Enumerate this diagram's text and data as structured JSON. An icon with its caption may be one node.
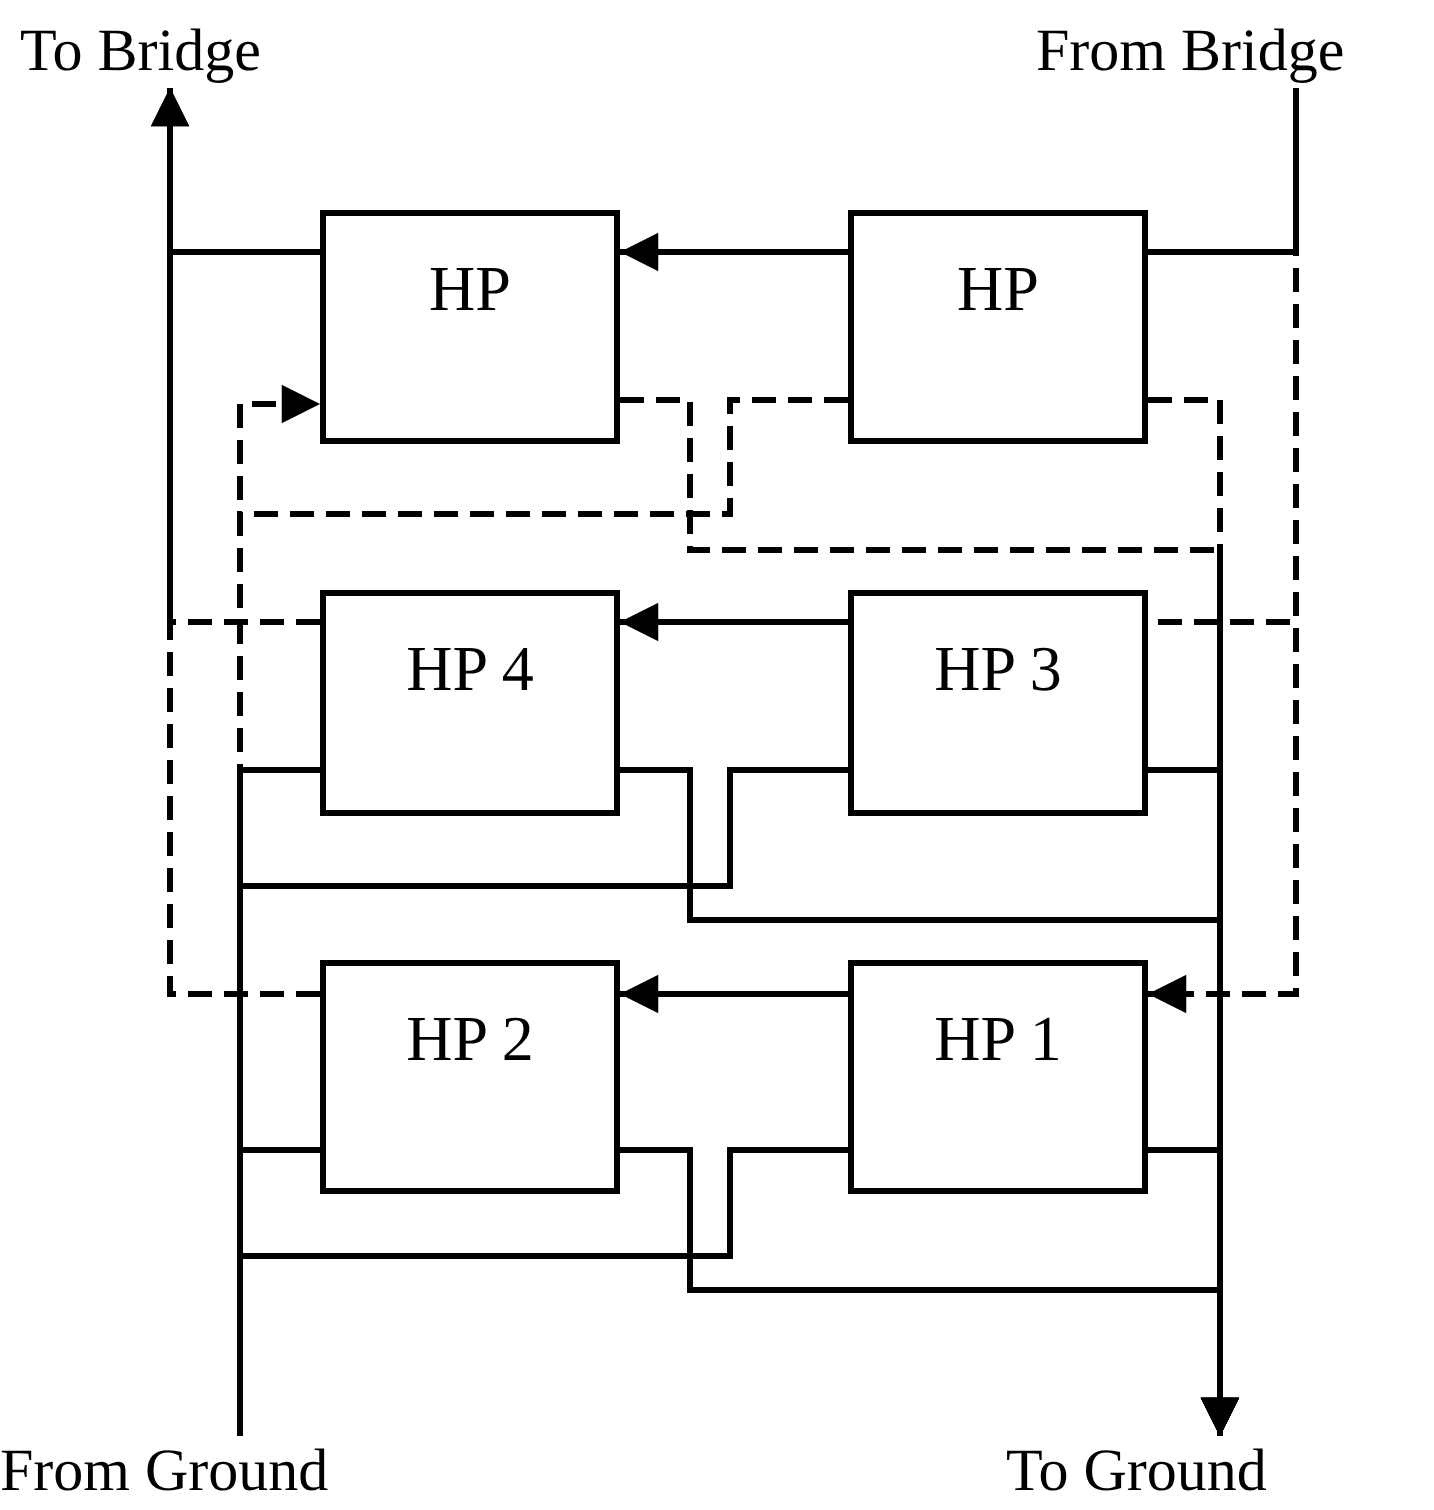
{
  "diagram": {
    "nodes": [
      {
        "text": [
          "To Bridge"
        ]
      },
      {
        "text": [
          "From Bridge"
        ]
      },
      {
        "text": [
          "HP"
        ]
      },
      {
        "text": [
          "HP"
        ]
      },
      {
        "text": [
          "HP 4"
        ]
      },
      {
        "text": [
          "HP 3"
        ]
      },
      {
        "text": [
          "HP 2"
        ]
      },
      {
        "text": [
          "HP 1"
        ]
      },
      {
        "text": [
          "From Ground"
        ]
      },
      {
        "text": [
          "To Ground"
        ]
      }
    ],
    "edges": [
      {
        "from": 3,
        "to": 2,
        "arrow": "to"
      },
      {
        "from": 5,
        "to": 4,
        "arrow": "to"
      },
      {
        "from": 7,
        "to": 6,
        "arrow": "to"
      },
      {
        "from": 1,
        "to": 3,
        "arrow": "none"
      },
      {
        "from": 1,
        "to": 5,
        "arrow": "none",
        "style": "dashed"
      },
      {
        "from": 1,
        "to": 7,
        "arrow": "to",
        "style": "dashed"
      },
      {
        "from": 2,
        "to": 0,
        "arrow": "none"
      },
      {
        "from": 4,
        "to": 0,
        "arrow": "to",
        "style": "dashed"
      },
      {
        "from": 6,
        "to": 0,
        "arrow": "to",
        "style": "dashed"
      },
      {
        "from": 8,
        "to": 2,
        "arrow": "to",
        "style": "dashed"
      },
      {
        "from": 8,
        "to": 3,
        "arrow": "none",
        "style": "dashed"
      },
      {
        "from": 8,
        "to": 4,
        "arrow": "none"
      },
      {
        "from": 8,
        "to": 5,
        "arrow": "none"
      },
      {
        "from": 8,
        "to": 6,
        "arrow": "none"
      },
      {
        "from": 8,
        "to": 7,
        "arrow": "none"
      },
      {
        "from": 2,
        "to": 9,
        "arrow": "to",
        "style": "dashed"
      },
      {
        "from": 3,
        "to": 9,
        "arrow": "to",
        "style": "dashed"
      },
      {
        "from": 4,
        "to": 9,
        "arrow": "to"
      },
      {
        "from": 5,
        "to": 9,
        "arrow": "to"
      },
      {
        "from": 6,
        "to": 9,
        "arrow": "to"
      },
      {
        "from": 7,
        "to": 9,
        "arrow": "to"
      }
    ]
  }
}
